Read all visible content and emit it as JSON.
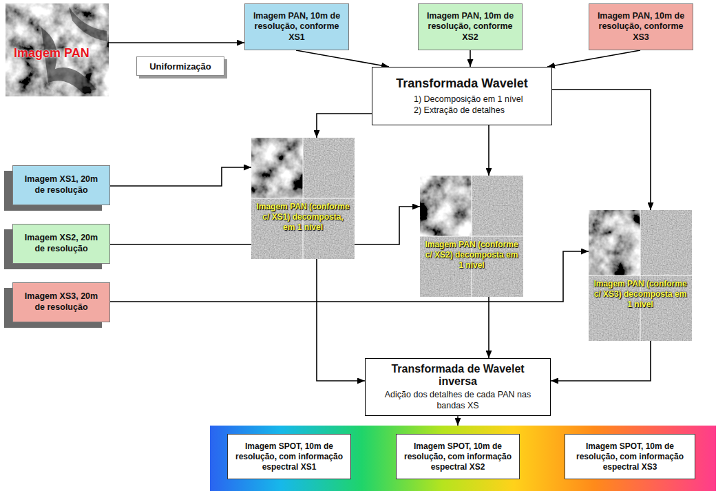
{
  "diagram": {
    "nodes": [
      {
        "text": [
          "Imagem PAN"
        ]
      },
      {
        "text": [
          "Uniformização"
        ]
      },
      {
        "text": [
          "Imagem PAN, 10m de resolução, conforme XS1"
        ]
      },
      {
        "text": [
          "Imagem PAN, 10m de resolução, conforme XS2"
        ]
      },
      {
        "text": [
          "Imagem PAN, 10m de resolução, conforme XS3"
        ]
      },
      {
        "text": [
          "Transformada Wavelet",
          "1) Decomposição em 1 nível",
          "2) Extração de detalhes"
        ]
      },
      {
        "text": [
          "Imagem XS1, 20m de resolução"
        ]
      },
      {
        "text": [
          "Imagem XS2, 20m de resolução"
        ]
      },
      {
        "text": [
          "Imagem XS3, 20m de resolução"
        ]
      },
      {
        "text": [
          "Imagem PAN (conforme c/ XS1) decomposta, em 1 nível"
        ]
      },
      {
        "text": [
          "Imagem PAN (conforme c/ XS2) decomposta em 1 nível"
        ]
      },
      {
        "text": [
          "Imagem PAN (conforme c/ XS3) decomposta em 1 nível"
        ]
      },
      {
        "text": [
          "Transformada de Wavelet inversa",
          "Adição dos detalhes de cada PAN nas bandas XS"
        ]
      },
      {
        "text": []
      },
      {
        "text": [
          "Imagem SPOT, 10m de resolução, com informação espectral XS1"
        ],
        "in": 13
      },
      {
        "text": [
          "Imagem SPOT, 10m de resolução, com informação espectral XS2"
        ],
        "in": 13
      },
      {
        "text": [
          "Imagem SPOT, 10m de resolução, com informação espectral XS3"
        ],
        "in": 13
      }
    ],
    "edges": [
      {
        "from": 0,
        "to": 2,
        "arrow": "to"
      },
      {
        "from": 2,
        "to": 5,
        "arrow": "to"
      },
      {
        "from": 3,
        "to": 5,
        "arrow": "to"
      },
      {
        "from": 4,
        "to": 5,
        "arrow": "to"
      },
      {
        "from": 5,
        "to": 9,
        "arrow": "to"
      },
      {
        "from": 5,
        "to": 10,
        "arrow": "to"
      },
      {
        "from": 5,
        "to": 11,
        "arrow": "to"
      },
      {
        "from": 6,
        "to": 9,
        "arrow": "to"
      },
      {
        "from": 7,
        "to": 10,
        "arrow": "to"
      },
      {
        "from": 8,
        "to": 11,
        "arrow": "to"
      },
      {
        "from": 9,
        "to": 12,
        "arrow": "to"
      },
      {
        "from": 10,
        "to": 12,
        "arrow": "to"
      },
      {
        "from": 11,
        "to": 12,
        "arrow": "to"
      },
      {
        "from": 12,
        "to": 13,
        "arrow": "to"
      }
    ]
  }
}
